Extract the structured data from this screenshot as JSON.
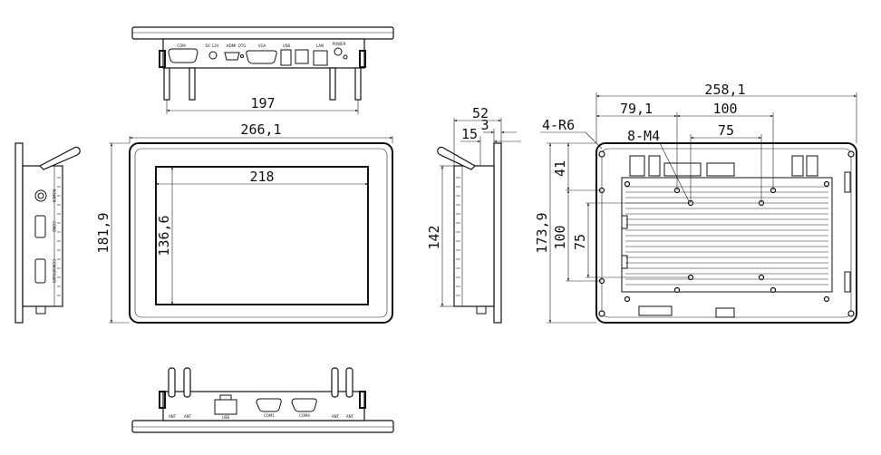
{
  "front": {
    "width": "266,1",
    "height": "181,9",
    "display_width": "218",
    "display_height": "136,6"
  },
  "top_view": {
    "stud_spacing": "197",
    "ports": [
      "COM",
      "DC 12V",
      "HDMI",
      "OTG",
      "VGA",
      "USB",
      "LAN",
      "POWER"
    ]
  },
  "side_view": {
    "depth": "52",
    "bezel": "3",
    "frame": "15",
    "height": "142",
    "ports": [
      "POWER",
      "COM2",
      "COM3/RS485"
    ]
  },
  "back_view": {
    "width": "258,1",
    "height": "173,9",
    "hole_offset_x": "79,1",
    "hole_span_x": "100",
    "inner_span_x": "75",
    "hole_offset_y": "41",
    "hole_span_y": "100",
    "inner_span_y": "75",
    "corner_radius": "4-R6",
    "screws": "8-M4"
  },
  "bottom_view": {
    "ports": [
      "ANT",
      "ANT",
      "USB",
      "COM1",
      "COM4",
      "ANT",
      "ANT"
    ]
  }
}
